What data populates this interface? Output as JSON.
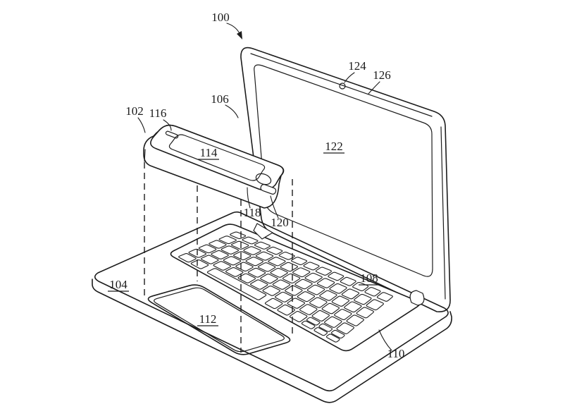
{
  "figure": {
    "background": "#ffffff",
    "line_color": "#1c1c1c",
    "labels": {
      "n100": {
        "text": "100",
        "underlined": false
      },
      "n102": {
        "text": "102",
        "underlined": false
      },
      "n104": {
        "text": "104",
        "underlined": true
      },
      "n106": {
        "text": "106",
        "underlined": false
      },
      "n108": {
        "text": "108",
        "underlined": true
      },
      "n110": {
        "text": "110",
        "underlined": false
      },
      "n112": {
        "text": "112",
        "underlined": true
      },
      "n114": {
        "text": "114",
        "underlined": true
      },
      "n116": {
        "text": "116",
        "underlined": false
      },
      "n118": {
        "text": "118",
        "underlined": false
      },
      "n120": {
        "text": "120",
        "underlined": false
      },
      "n122": {
        "text": "122",
        "underlined": true
      },
      "n124": {
        "text": "124",
        "underlined": false
      },
      "n126": {
        "text": "126",
        "underlined": false
      }
    }
  }
}
